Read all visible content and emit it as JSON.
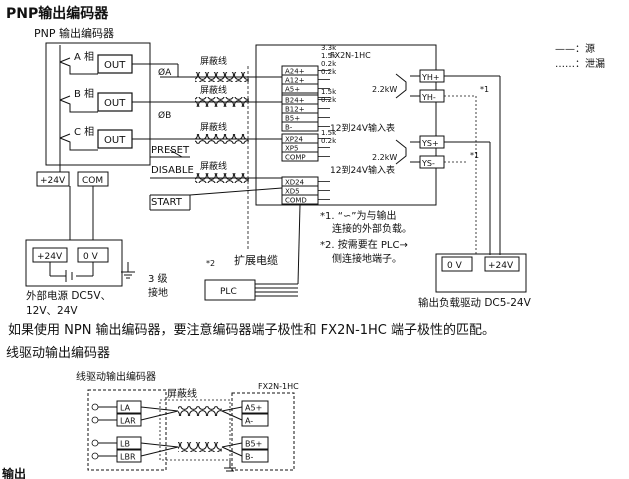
{
  "section1": {
    "title": "PNP输出编码器",
    "encoder_box_label": "PNP 输出编码器",
    "phase_a": "A 相",
    "phase_b": "B 相",
    "phase_c": "C 相",
    "out_label": "OUT",
    "shield_label": "屏蔽线",
    "sig_a": "ØA",
    "sig_b": "ØB",
    "preset": "PRESET",
    "disable": "DISABLE",
    "start": "START",
    "v24": "+24V",
    "com": "COM",
    "v0": "0 V",
    "ground": "3 级\n接地",
    "ext_cable": "扩展电缆",
    "plc": "PLC",
    "note_star": "*2",
    "ext_power": "外部电源 DC5V、\n12V、24V",
    "fx_title": "FX2N-1HC",
    "terminals": [
      "A24+",
      "A12+",
      "A5+",
      "A-",
      "B24+",
      "B12+",
      "B5+",
      "B-",
      "XP24",
      "XP5",
      "COMP",
      "XD24",
      "XD5",
      "COMD"
    ],
    "res_labels": [
      "3.3k",
      "1.5k",
      "0.2k",
      "0.2k",
      "1.5k",
      "0.2k",
      "1.5k",
      "0.2k"
    ],
    "note_12_24_a": "12到24V输入表",
    "note_12_24_b": "12到24V输入表",
    "yh_plus": "YH+",
    "yh_minus": "YH-",
    "ys_plus": "YS+",
    "ys_minus": "YS-",
    "kw1": "2.2kW",
    "kw2": "2.2kW",
    "star1": "*1",
    "legend_source": "——：源",
    "legend_sink": "……：泄漏",
    "note1": "*1. “∽”为与输出\n连接的外部负载。",
    "note2": "*2. 按需要在 PLC→\n侧连接地端子。",
    "load_power": "输出负载驱动 DC5-24V"
  },
  "npn_note": "如果使用 NPN 输出编码器，要注意编码器端子极性和 FX2N-1HC 端子极性的匹配。",
  "section2": {
    "title": "线驱动输出编码器",
    "encoder_label": "线驱动输出编码器",
    "shield_label": "屏蔽线",
    "fx_title": "FX2N-1HC",
    "enc_terms": [
      "LA",
      "LAR",
      "LB",
      "LBR"
    ],
    "fx_terms": [
      "A5+",
      "A-",
      "B5+",
      "B-"
    ]
  },
  "footer_fragment": "输出"
}
